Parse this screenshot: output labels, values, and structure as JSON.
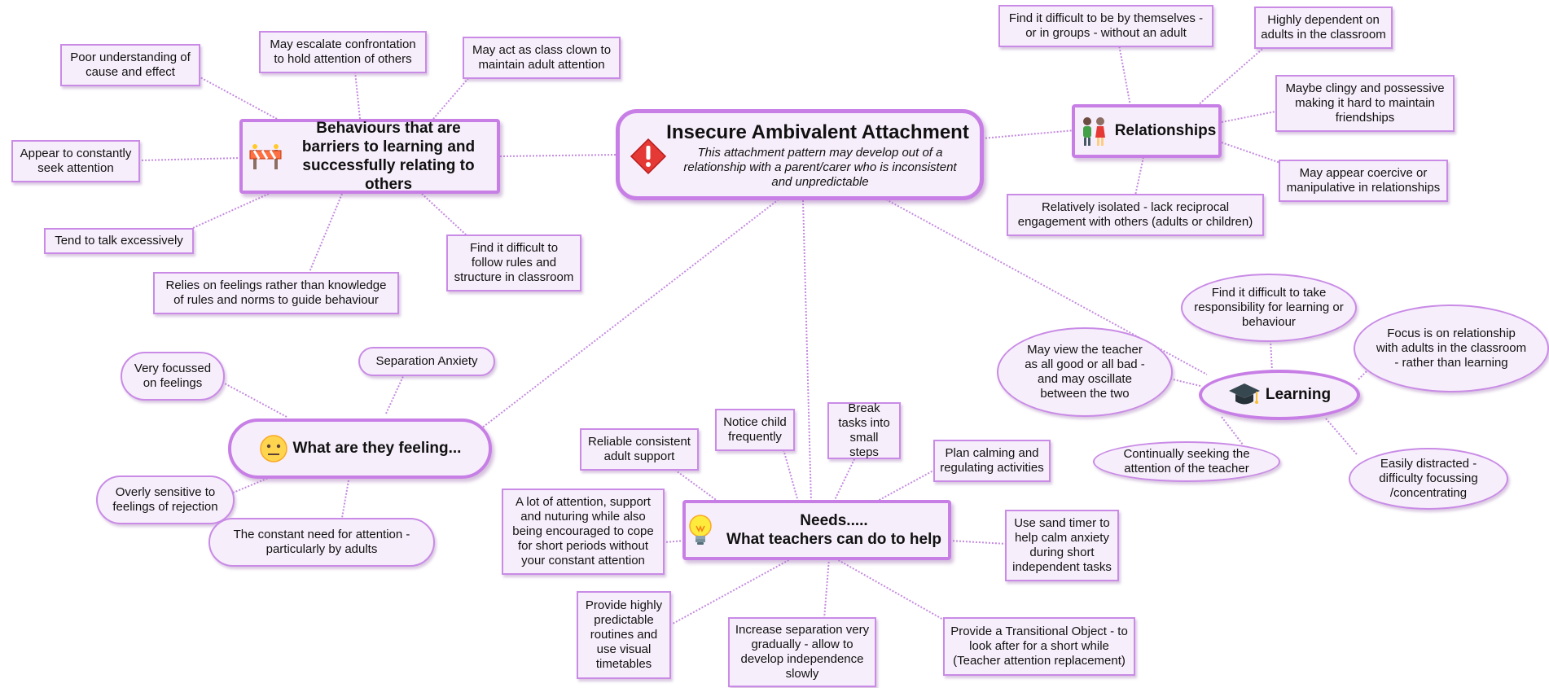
{
  "center": {
    "title": "Insecure Ambivalent Attachment",
    "description": "This attachment pattern may develop out of a relationship with a parent/carer who is inconsistent and unpredictable"
  },
  "behaviours": {
    "title": "Behaviours that are barriers to learning and successfully relating to others",
    "items": [
      "Poor understanding of cause and effect",
      "May escalate confrontation to hold attention of others",
      "May act as class clown to maintain adult attention",
      "Appear to constantly seek attention",
      "Tend to talk excessively",
      "Relies on feelings rather than knowledge of rules and norms to guide behaviour",
      "Find it difficult to follow rules and structure in classroom"
    ]
  },
  "relationships": {
    "title": "Relationships",
    "items": [
      "Find it difficult to be by themselves - or in groups - without an adult",
      "Highly dependent on adults in the classroom",
      "Maybe clingy and possessive making it hard to maintain friendships",
      "May appear coercive or manipulative in relationships",
      "Relatively isolated - lack reciprocal engagement with others (adults or children)"
    ]
  },
  "learning": {
    "title": "Learning",
    "items": [
      "Find it difficult to take responsibility for learning or behaviour",
      "Focus is on relationship with adults in the classroom - rather than learning",
      "May view the teacher as all good or all bad - and may oscillate between the two",
      "Continually seeking the attention of the teacher",
      "Easily distracted - difficulty focussing /concentrating"
    ]
  },
  "feelings": {
    "title": "What are they feeling...",
    "items": [
      "Very focussed on feelings",
      "Separation Anxiety",
      "Overly sensitive to feelings of rejection",
      "The constant need for attention - particularly by adults"
    ]
  },
  "needs": {
    "title_line1": "Needs.....",
    "title_line2": "What teachers can do to help",
    "items": [
      "Reliable consistent adult support",
      "Notice child frequently",
      "Break tasks into small steps",
      "Plan calming and regulating activities",
      "A lot of attention, support and nuturing while also being encouraged to cope for short periods without your constant attention",
      "Use sand timer to help calm anxiety during short independent tasks",
      "Provide highly predictable routines and use visual timetables",
      "Increase separation very gradually - allow to develop independence slowly",
      "Provide a Transitional Object - to look after for a short while (Teacher attention replacement)"
    ]
  },
  "colors": {
    "border": "#c77fe6",
    "fill": "#f7eefb",
    "connector": "#c48ae0"
  },
  "icons": [
    "warning-icon",
    "road-barrier-icon",
    "people-icon",
    "graduation-cap-icon",
    "neutral-face-icon",
    "lightbulb-icon"
  ]
}
